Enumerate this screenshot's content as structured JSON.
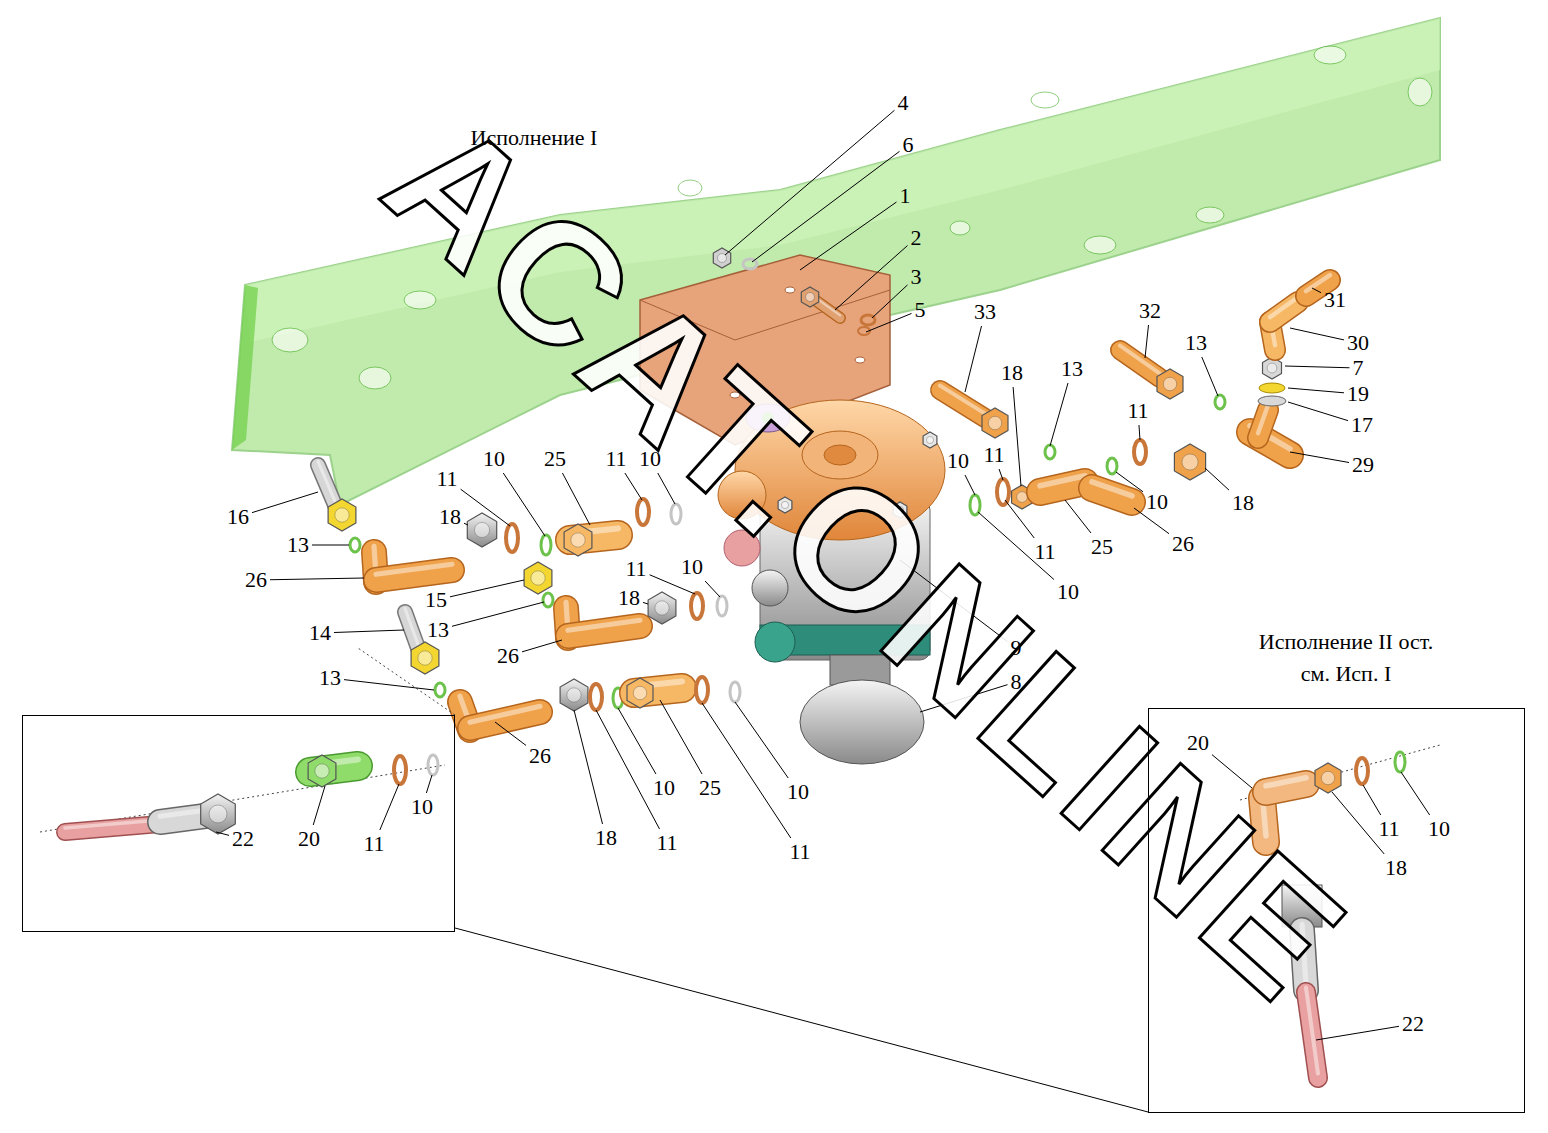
{
  "diagram": {
    "nodes": [
      {
        "text": [
          "22",
          "20",
          "11",
          "10"
        ]
      },
      {
        "text": [
          "Исполнение II ост. см. Исп. I",
          "20",
          "11",
          "10",
          "18",
          "22"
        ]
      }
    ],
    "labels": [
      "Исполнение I",
      "ACAT.ONLINE",
      "4",
      "6",
      "1",
      "2",
      "3",
      "5",
      "31",
      "30",
      "7",
      "19",
      "17",
      "29",
      "33",
      "32",
      "13",
      "18",
      "13",
      "11",
      "10",
      "11",
      "18",
      "10",
      "25",
      "26",
      "11",
      "10",
      "9",
      "8",
      "16",
      "13",
      "26",
      "11",
      "10",
      "25",
      "11",
      "10",
      "18",
      "15",
      "13",
      "14",
      "26",
      "11",
      "18",
      "10",
      "13",
      "26",
      "18",
      "11",
      "10",
      "25",
      "10",
      "11"
    ]
  }
}
